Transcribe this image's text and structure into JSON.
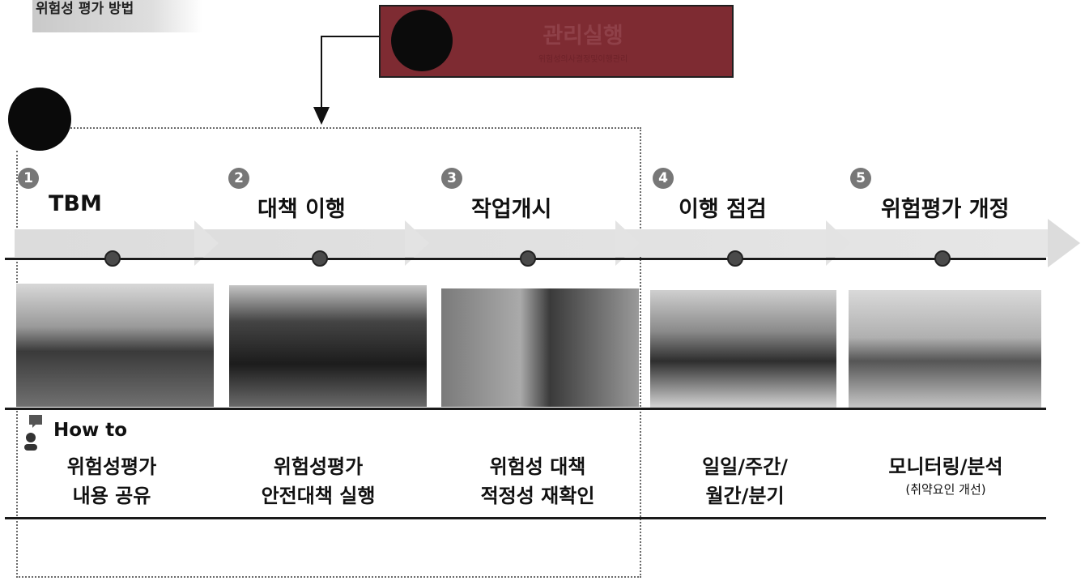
{
  "header": {
    "label": "위험성 평가 방법",
    "management_title": "관리실행",
    "management_subtitle": "위험성의사결정및이행관리"
  },
  "how_to": "How to",
  "steps": [
    {
      "number": "1",
      "title": "TBM",
      "desc_line1": "위험성평가",
      "desc_line2": "내용 공유",
      "desc_note": ""
    },
    {
      "number": "2",
      "title": "대책 이행",
      "desc_line1": "위험성평가",
      "desc_line2": "안전대책 실행",
      "desc_note": ""
    },
    {
      "number": "3",
      "title": "작업개시",
      "desc_line1": "위험성 대책",
      "desc_line2": "적정성 재확인",
      "desc_note": ""
    },
    {
      "number": "4",
      "title": "이행 점검",
      "desc_line1": "일일/주간/",
      "desc_line2": "월간/분기",
      "desc_note": ""
    },
    {
      "number": "5",
      "title": "위험평가 개정",
      "desc_line1": "모니터링/분석",
      "desc_line2": "",
      "desc_note": "(취약요인 개선)"
    }
  ],
  "colors": {
    "management_box": "#7e2b32",
    "band": "#dcdcdc",
    "number_badge": "#777777",
    "line": "#1a1a1a"
  }
}
